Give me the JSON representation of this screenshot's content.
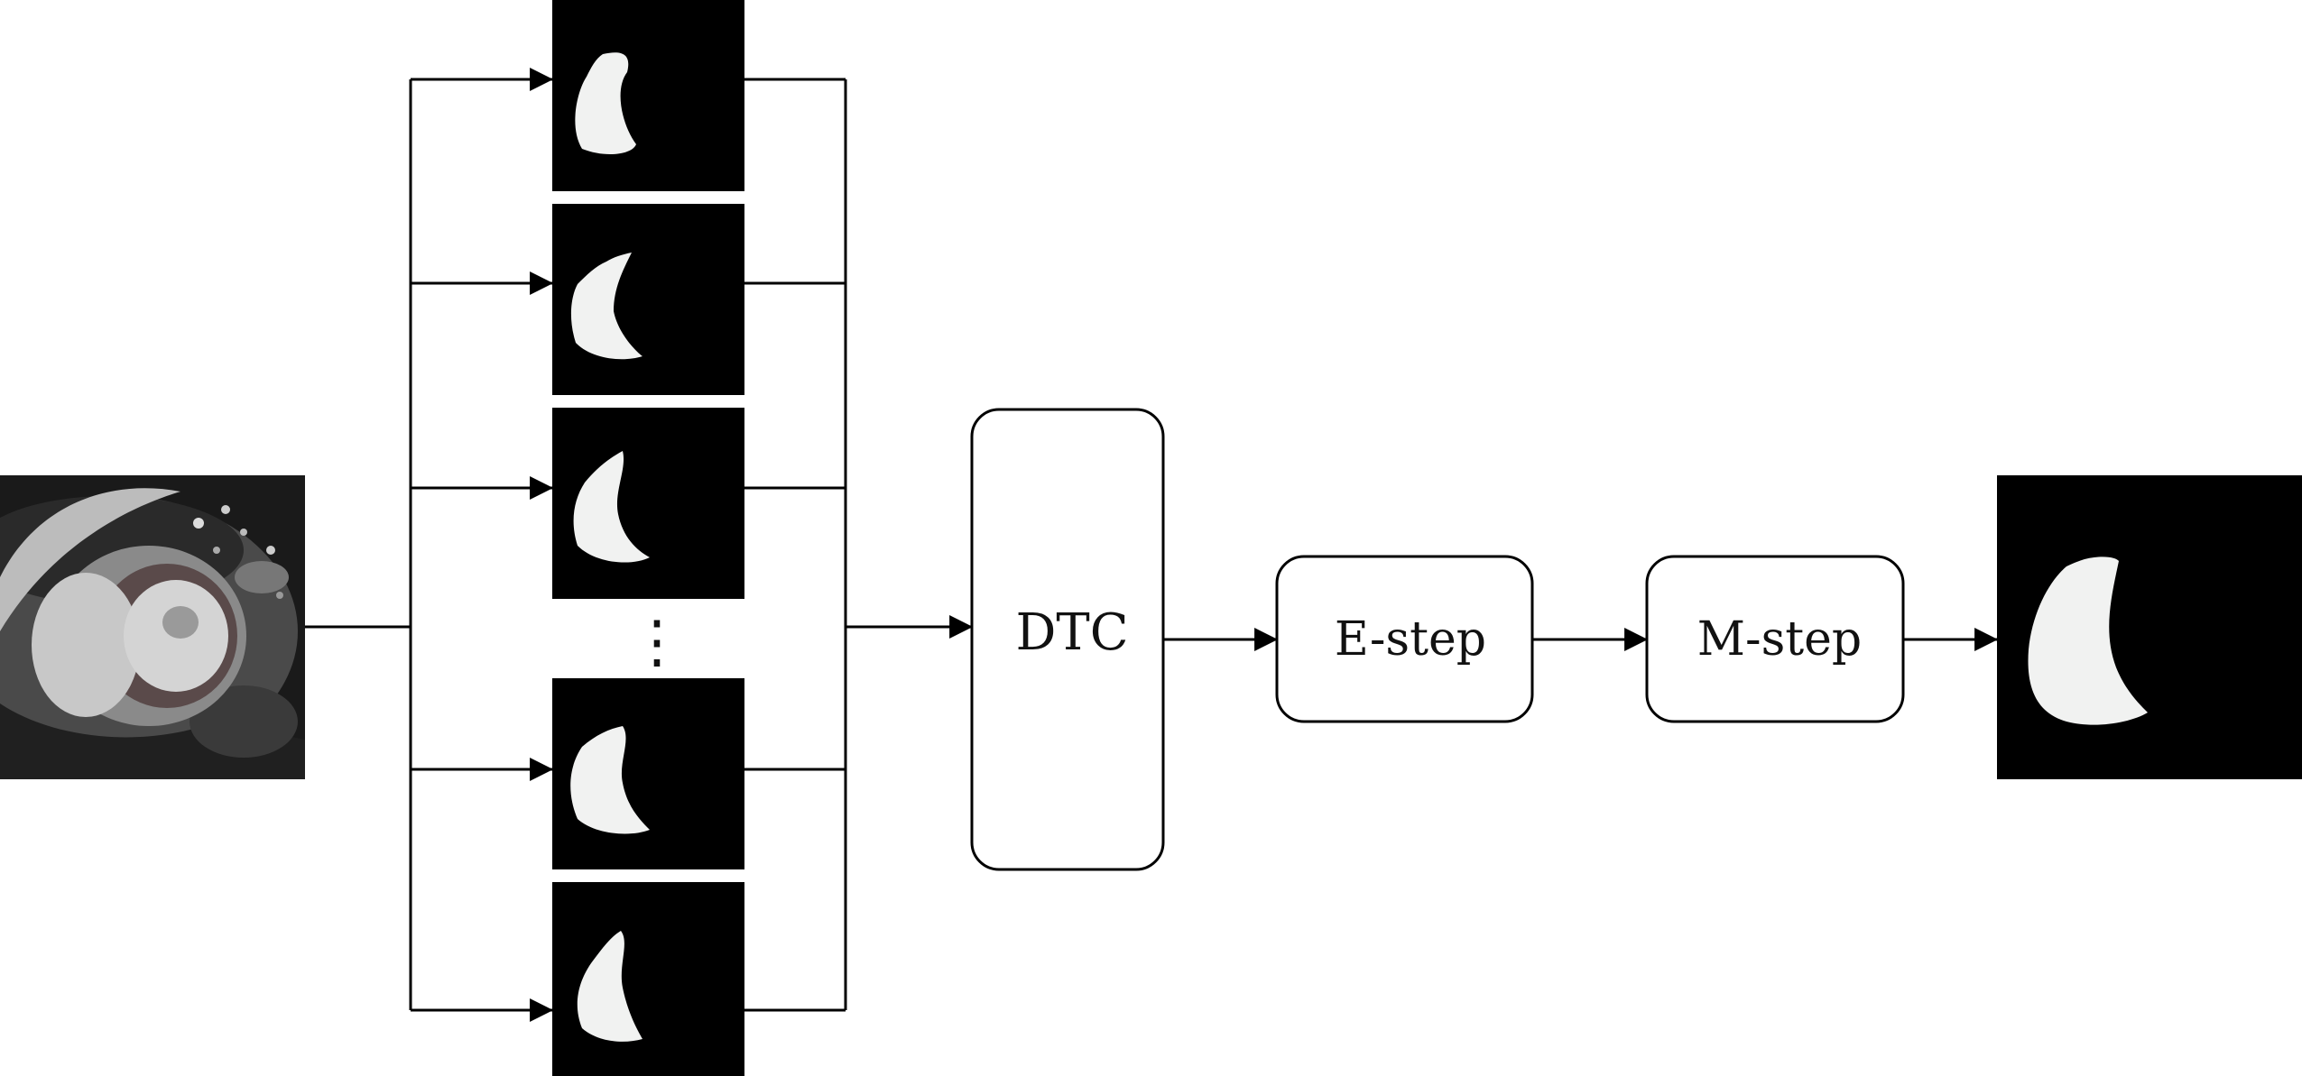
{
  "diagram": {
    "input_image": {
      "name": "cardiac-mri-slice",
      "description_visible": false
    },
    "segmentation_masks": {
      "count_shown": 5,
      "ellipsis": "⋮"
    },
    "boxes": {
      "dtc": "DTC",
      "estep": "E-step",
      "mstep": "M-step"
    },
    "output_image": {
      "name": "fused-segmentation-mask"
    },
    "colors": {
      "line": "#000000",
      "mask_background": "#000000",
      "mask_foreground": "#f1f2f1",
      "box_stroke": "#000000",
      "box_fill": "#ffffff"
    }
  }
}
